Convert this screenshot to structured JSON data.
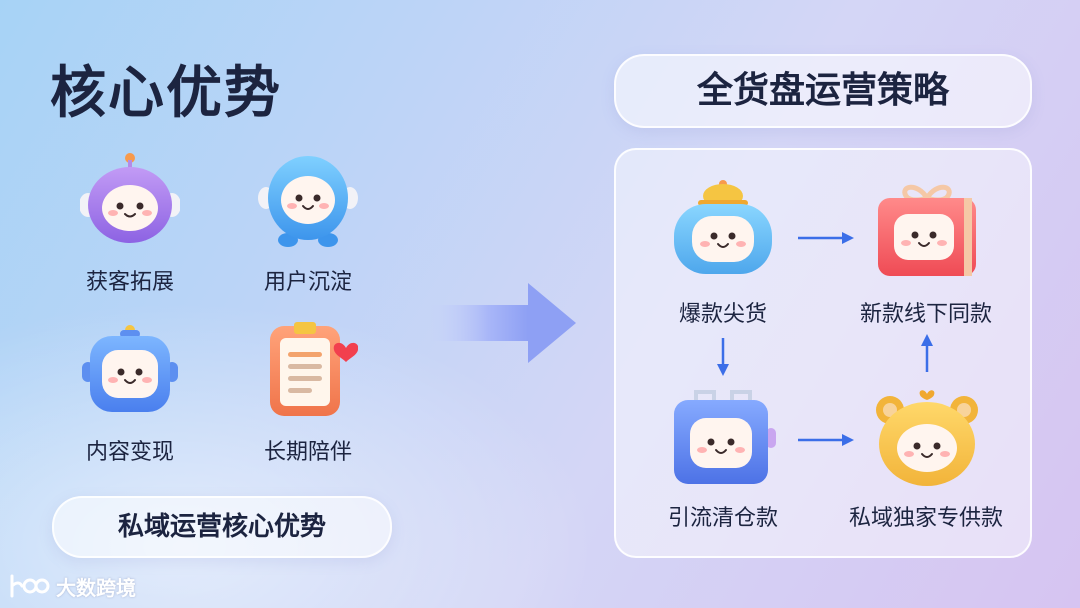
{
  "title": "核心优势",
  "advantages": [
    {
      "label": "获客拓展",
      "icon": "purple-robot-icon"
    },
    {
      "label": "用户沉淀",
      "icon": "blue-robot-icon"
    },
    {
      "label": "内容变现",
      "icon": "tv-robot-icon"
    },
    {
      "label": "长期陪伴",
      "icon": "clipboard-heart-icon"
    }
  ],
  "left_pill": "私域运营核心优势",
  "strategy_title": "全货盘运营策略",
  "flow": [
    {
      "label": "爆款尖货",
      "icon": "hat-robot-icon"
    },
    {
      "label": "新款线下同款",
      "icon": "gift-box-icon"
    },
    {
      "label": "引流清仓款",
      "icon": "suitcase-robot-icon"
    },
    {
      "label": "私域独家专供款",
      "icon": "bear-robot-icon"
    }
  ],
  "logo_text": "大数跨境",
  "colors": {
    "accent_arrow": "#3b6ee8",
    "title_text": "#1c2440"
  }
}
